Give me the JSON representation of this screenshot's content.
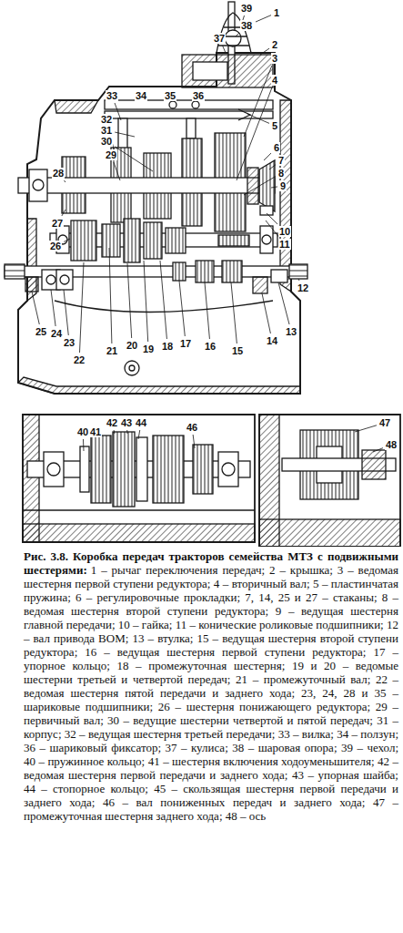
{
  "diagram": {
    "title": "Рис. 3.8. Коробка передач тракторов семейства МТЗ с подвижными шестерями:",
    "caption": "1 – рычаг переключения передач; 2 – крышка; 3 – ведомая шестерня первой ступени редуктора; 4 – вторичный вал; 5 – пластинчатая пружина; 6 – регулировочные прокладки; 7, 14, 25 и 27 – стаканы; 8 – ведомая шестерня второй ступени редуктора; 9 – ведущая шестерня главной передачи; 10 – гайка; 11 – конические роликовые подшипники; 12 – вал привода ВОМ; 13 – втулка; 15 – ведущая шестерня второй ступени редуктора; 16 – ведущая шестерня первой ступени редуктора; 17 – упорное кольцо; 18 – промежуточная шестерня; 19 и 20 – ведомые шестерни третьей и четвертой передач; 21 – промежуточный вал; 22 – ведомая шестерня пятой передачи и заднего хода; 23, 24, 28 и 35 – шариковые подшипники; 26 – шестерня понижающего редуктора; 29 – первичный вал; 30 – ведущие шестерни четвертой и пятой передач; 31 – корпус; 32 – ведущая шестерня третьей передачи; 33 – вилка; 34 – ползун; 36 – шариковый фиксатор; 37 – кулиса; 38 – шаровая опора; 39 – чехол; 40 – пружинное кольцо; 41 – шестерня включения ходоуменьшителя; 42 – ведомая шестерня первой передачи и заднего хода; 43 – упорная шайба; 44 – стопорное кольцо; 45 – скользящая шестерня первой передачи и заднего хода; 46 – вал пониженных передач и заднего хода; 47 – промежуточная шестерня заднего хода; 48 – ось",
    "labels": [
      "1",
      "2",
      "3",
      "4",
      "5",
      "6",
      "7",
      "8",
      "9",
      "10",
      "11",
      "12",
      "13",
      "14",
      "15",
      "16",
      "17",
      "18",
      "19",
      "20",
      "21",
      "22",
      "23",
      "24",
      "25",
      "26",
      "27",
      "28",
      "29",
      "30",
      "31",
      "32",
      "33",
      "34",
      "35",
      "36",
      "37",
      "38",
      "39",
      "40",
      "41",
      "42",
      "43",
      "44",
      "46",
      "47",
      "48"
    ]
  }
}
